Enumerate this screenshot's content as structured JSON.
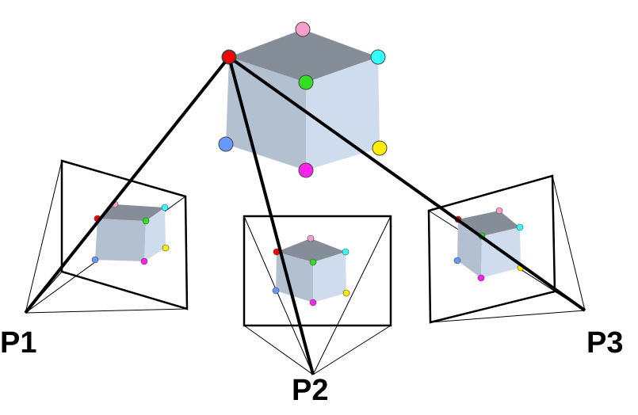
{
  "labels": {
    "p1": "P1",
    "p2": "P2",
    "p3": "P3"
  },
  "colors": {
    "top_face": "#858d98",
    "left_face": "#b3c0d0",
    "right_face": "#cfdced",
    "vertex_red": "#ff0000",
    "vertex_pink": "#f5a0cc",
    "vertex_cyan": "#33ffff",
    "vertex_green": "#33dd22",
    "vertex_blue": "#6699ff",
    "vertex_magenta": "#ff22ee",
    "vertex_yellow": "#ffee00"
  }
}
